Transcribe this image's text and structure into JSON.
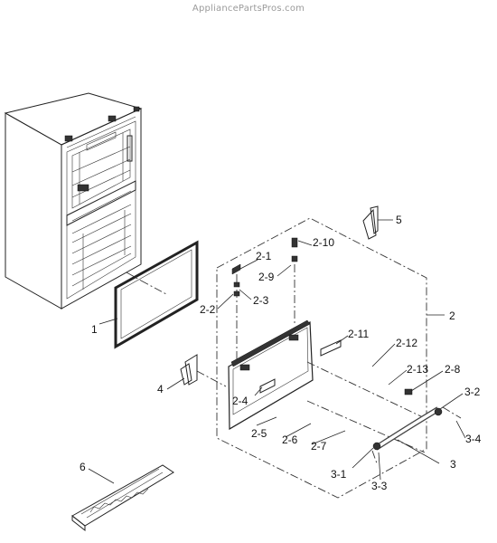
{
  "watermark": "AppliancePartsPros.com",
  "labels": {
    "p1": "1",
    "p2": "2",
    "p2_1": "2-1",
    "p2_2": "2-2",
    "p2_3": "2-3",
    "p2_4": "2-4",
    "p2_5": "2-5",
    "p2_6": "2-6",
    "p2_7": "2-7",
    "p2_8": "2-8",
    "p2_9": "2-9",
    "p2_10": "2-10",
    "p2_11": "2-11",
    "p2_12": "2-12",
    "p2_13": "2-13",
    "p3": "3",
    "p3_1": "3-1",
    "p3_2": "3-2",
    "p3_3": "3-3",
    "p3_4": "3-4",
    "p4": "4",
    "p5": "5",
    "p6": "6"
  }
}
